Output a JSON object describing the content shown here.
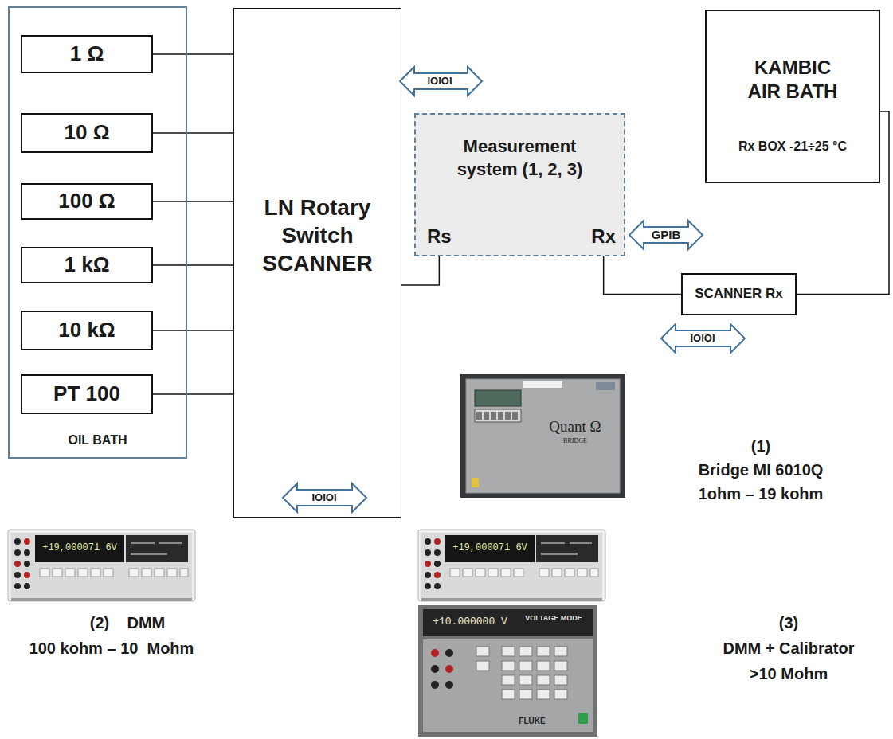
{
  "diagram": {
    "nodes": [
      {
        "text": [
          "OIL BATH"
        ]
      },
      {
        "text": [
          "1 Ω"
        ],
        "in": 0
      },
      {
        "text": [
          "10 Ω"
        ],
        "in": 0
      },
      {
        "text": [
          "100 Ω"
        ],
        "in": 0
      },
      {
        "text": [
          "1 kΩ"
        ],
        "in": 0
      },
      {
        "text": [
          "10 kΩ"
        ],
        "in": 0
      },
      {
        "text": [
          "PT 100"
        ],
        "in": 0
      },
      {
        "text": [
          "LN Rotary Switch SCANNER"
        ]
      },
      {
        "text": [
          "Measurement system (1, 2, 3)",
          "Rs",
          "Rx"
        ]
      },
      {
        "text": [
          "KAMBIC AIR BATH",
          "Rx BOX -21÷25 °C"
        ]
      },
      {
        "text": [
          "SCANNER Rx"
        ]
      }
    ],
    "edges": [
      {
        "from": 1,
        "to": 7,
        "arrow": "none"
      },
      {
        "from": 2,
        "to": 7,
        "arrow": "none"
      },
      {
        "from": 3,
        "to": 7,
        "arrow": "none"
      },
      {
        "from": 4,
        "to": 7,
        "arrow": "none"
      },
      {
        "from": 5,
        "to": 7,
        "arrow": "none"
      },
      {
        "from": 6,
        "to": 7,
        "arrow": "none"
      },
      {
        "from": 8,
        "to": 7,
        "arrow": "none"
      },
      {
        "from": 8,
        "to": 10,
        "arrow": "none"
      },
      {
        "from": 9,
        "to": 10,
        "arrow": "none"
      }
    ],
    "labels": [
      "IOIOI",
      "IOIOI",
      "GPIB",
      "IOIOI",
      "Quant Ω",
      "BRIDGE",
      "(1)",
      "Bridge MI 6010Q",
      "1ohm – 19 kohm",
      "+19,000071 6V",
      "(2)    DMM",
      "100 kohm – 10  Mohm",
      "+19,000071 6V",
      "+10.000000 V",
      "VOLTAGE MODE",
      "FLUKE",
      "(3)",
      "DMM + Calibrator",
      ">10 Mohm"
    ]
  }
}
